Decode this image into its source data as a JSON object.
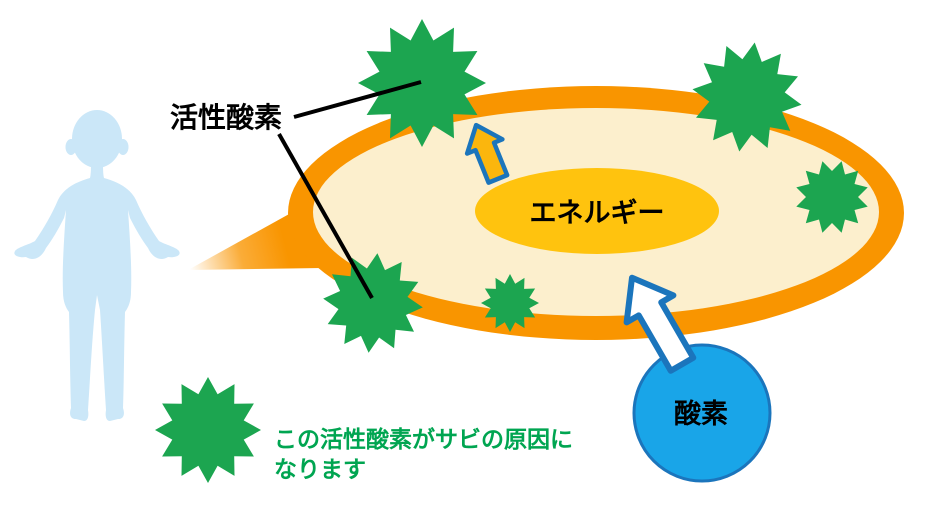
{
  "labels": {
    "reactive_oxygen": "活性酸素",
    "energy": "エネルギー",
    "oxygen": "酸素",
    "caption_line1": "この活性酸素がサビの原因に",
    "caption_line2": "なります"
  },
  "colors": {
    "starburst_green": "#1CA550",
    "caption_green": "#00A551",
    "membrane_orange": "#F99500",
    "cell_interior_cream": "#FCEFCD",
    "energy_yellow": "#FFC30E",
    "arrow_yellow_fill": "#FBB60D",
    "arrow_blue_stroke": "#1B75BC",
    "oxygen_circle_blue": "#19A5E8",
    "human_silhouette_blue": "#CBE7F8",
    "label_black": "#000000",
    "pointer_line_black": "#000000"
  },
  "icons": {
    "human_silhouette": "standing-person shape",
    "cell_bubble": "speech-bubble cell with orange membrane",
    "starburst": "12-point star = reactive oxygen particle",
    "up_arrow_yellow": "block arrow, yellow with blue outline",
    "up_arrow_white": "block arrow, white with blue outline",
    "oxygen_circle": "blue circle"
  }
}
